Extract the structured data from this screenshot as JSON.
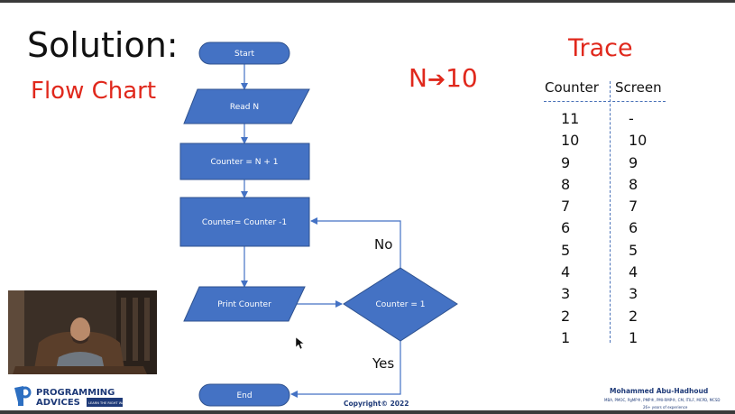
{
  "slide": {
    "title": "Solution:",
    "subtitle": "Flow Chart",
    "input_note": {
      "var": "N",
      "arrow": "➔",
      "value": "10"
    },
    "copyright": "Copyright© 2022"
  },
  "flowchart": {
    "nodes": {
      "start": "Start",
      "read": "Read N",
      "init": "Counter = N + 1",
      "decrement": "Counter= Counter -1",
      "print": "Print Counter",
      "decision": "Counter = 1",
      "end": "End"
    },
    "edge_labels": {
      "no": "No",
      "yes": "Yes"
    },
    "colors": {
      "shape_fill": "#4472c4",
      "shape_stroke": "#2f528f",
      "line": "#4472c4"
    }
  },
  "trace": {
    "title": "Trace",
    "headers": {
      "counter": "Counter",
      "screen": "Screen"
    },
    "counter": [
      "11",
      "10",
      "9",
      "8",
      "7",
      "6",
      "5",
      "4",
      "3",
      "2",
      "1"
    ],
    "screen": [
      "-",
      "10",
      "9",
      "8",
      "7",
      "6",
      "5",
      "4",
      "3",
      "2",
      "1"
    ]
  },
  "branding": {
    "logo_line1": "PROGRAMMING",
    "logo_line2": "ADVICES",
    "logo_tag": "LEARN THE RIGHT WAY",
    "author_name": "Mohammed Abu-Hadhoud",
    "author_credentials": "MBA, PMOC, PgMP®, PMP®, PMI-RMP®, CM, ITILF, MCPD, MCSD",
    "author_experience": "26+ years of experience"
  },
  "colors": {
    "accent_red": "#e0281c",
    "brand_blue": "#1e3a78"
  }
}
